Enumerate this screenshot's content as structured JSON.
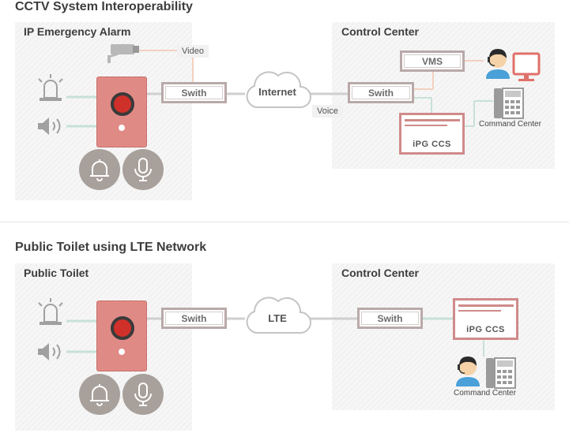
{
  "section1": {
    "title": "CCTV System Interoperability",
    "left_panel_title": "IP Emergency Alarm",
    "right_panel_title": "Control Center",
    "switch_left": "Swith",
    "cloud": "Internet",
    "switch_right": "Swith",
    "vms": "VMS",
    "ccs": "iPG CCS",
    "video_label": "Video",
    "voice_label": "Voice",
    "command_center": "Command Center"
  },
  "section2": {
    "title": "Public Toilet using LTE Network",
    "left_panel_title": "Public Toilet",
    "right_panel_title": "Control Center",
    "switch_left": "Swith",
    "cloud": "LTE",
    "switch_right": "Swith",
    "ccs": "iPG CCS",
    "command_center": "Command Center"
  },
  "icons": [
    "cctv-camera-icon",
    "siren-icon",
    "speaker-icon",
    "bell-icon",
    "microphone-icon",
    "alarm-device-icon",
    "cloud-icon",
    "operator-icon",
    "monitor-icon",
    "ip-phone-icon"
  ],
  "colors": {
    "device": "#e08a86",
    "device_dark": "#c8706c",
    "switch_border": "#b9a9a9",
    "ccs_border": "#d08a8a",
    "link_green": "#c8e0d8",
    "link_pink": "#f3d0c0",
    "circle_bg": "#a8a09b"
  }
}
